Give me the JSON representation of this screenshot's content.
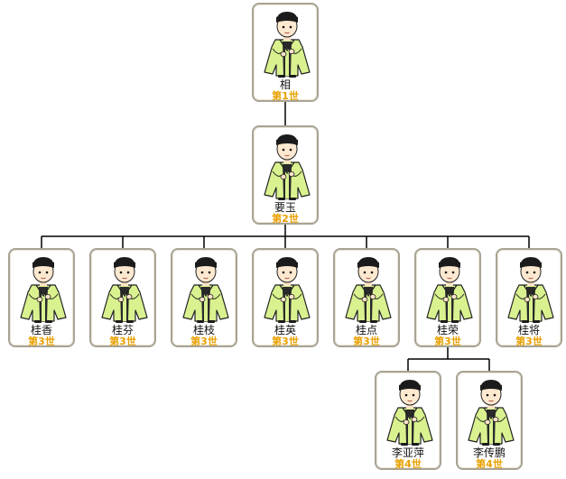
{
  "colors": {
    "card_border": "#a8a395",
    "generation_text": "#e8a000",
    "name_text": "#111111",
    "connector": "#000000",
    "robe": "#d9f28f"
  },
  "avatar_icon": "person-in-robe-icon",
  "members": [
    {
      "id": "m1",
      "name": "相",
      "generation": "第1世"
    },
    {
      "id": "m2",
      "name": "要玉",
      "generation": "第2世"
    },
    {
      "id": "m3",
      "name": "桂香",
      "generation": "第3世"
    },
    {
      "id": "m4",
      "name": "桂芬",
      "generation": "第3世"
    },
    {
      "id": "m5",
      "name": "桂枝",
      "generation": "第3世"
    },
    {
      "id": "m6",
      "name": "桂英",
      "generation": "第3世"
    },
    {
      "id": "m7",
      "name": "桂点",
      "generation": "第3世"
    },
    {
      "id": "m8",
      "name": "桂荣",
      "generation": "第3世"
    },
    {
      "id": "m9",
      "name": "桂将",
      "generation": "第3世"
    },
    {
      "id": "m10",
      "name": "李亚萍",
      "generation": "第4世"
    },
    {
      "id": "m11",
      "name": "李传鹏",
      "generation": "第4世"
    }
  ],
  "relations": [
    {
      "parent": "m1",
      "children": [
        "m2"
      ]
    },
    {
      "parent": "m2",
      "children": [
        "m3",
        "m4",
        "m5",
        "m6",
        "m7",
        "m8",
        "m9"
      ]
    },
    {
      "parent": "m8",
      "children": [
        "m10",
        "m11"
      ]
    }
  ]
}
